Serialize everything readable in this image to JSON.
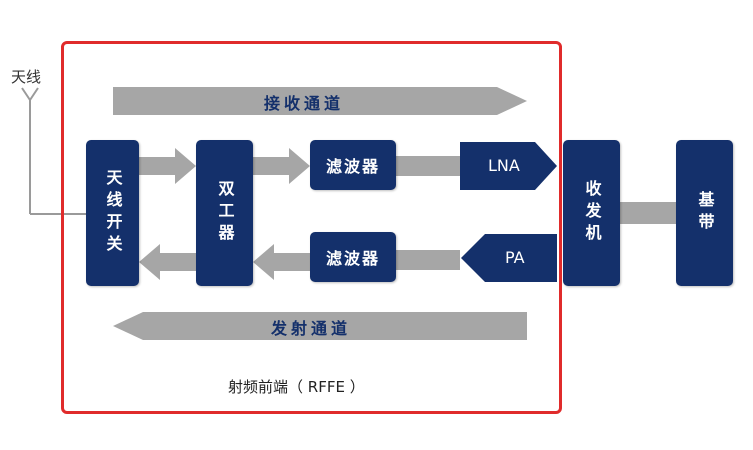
{
  "antenna": {
    "label": "天线",
    "icon": "antenna-icon"
  },
  "rffe": {
    "label": "射频前端（ RFFE ）"
  },
  "channels": {
    "receive": "接收通道",
    "transmit": "发射通道"
  },
  "blocks": {
    "antenna_switch": "天线开关",
    "duplexer": "双工器",
    "filter_rx": "滤波器",
    "filter_tx": "滤波器",
    "lna": "LNA",
    "pa": "PA",
    "transceiver": "收发机",
    "baseband": "基带"
  },
  "colors": {
    "block": "#14306b",
    "arrow": "#a6a6a6",
    "frame": "#e02b2b",
    "line": "#9a9a9a"
  }
}
